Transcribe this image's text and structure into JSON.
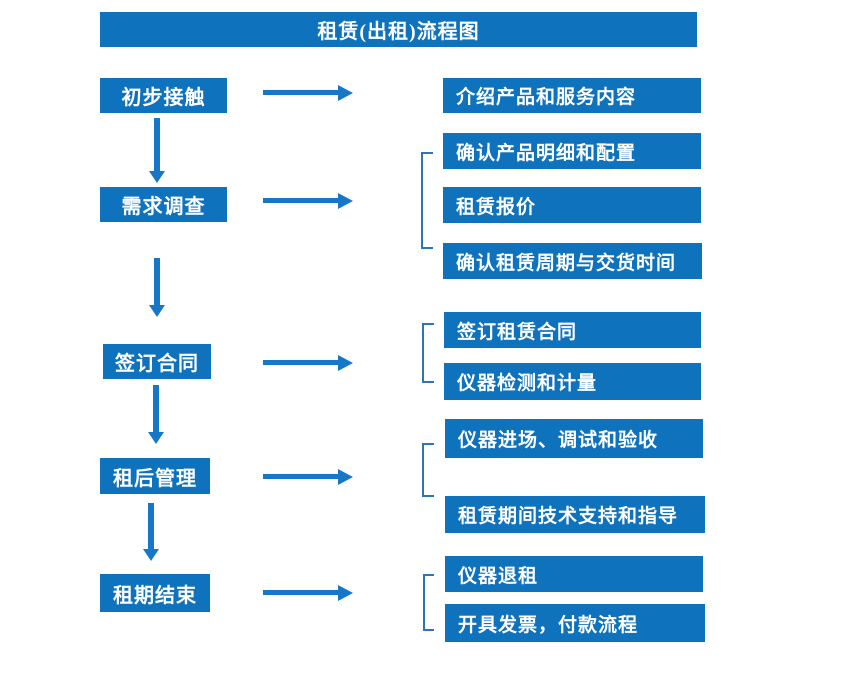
{
  "title": "租赁(出租)流程图",
  "colors": {
    "box_blue": "#0F72BC",
    "arrow_blue": "#1677C8",
    "bracket_blue": "#2E75B6",
    "text_white": "#FFFFFF",
    "background": "#FFFFFF"
  },
  "stages": [
    {
      "label": "初步接触",
      "outputs": [
        "介绍产品和服务内容"
      ]
    },
    {
      "label": "需求调查",
      "outputs": [
        "确认产品明细和配置",
        "租赁报价",
        "确认租赁周期与交货时间"
      ]
    },
    {
      "label": "签订合同",
      "outputs": [
        "签订租赁合同",
        "仪器检测和计量"
      ]
    },
    {
      "label": "租后管理",
      "outputs": [
        "仪器进场、调试和验收",
        "租赁期间技术支持和指导"
      ]
    },
    {
      "label": "租期结束",
      "outputs": [
        "仪器退租",
        "开具发票，付款流程"
      ]
    }
  ]
}
